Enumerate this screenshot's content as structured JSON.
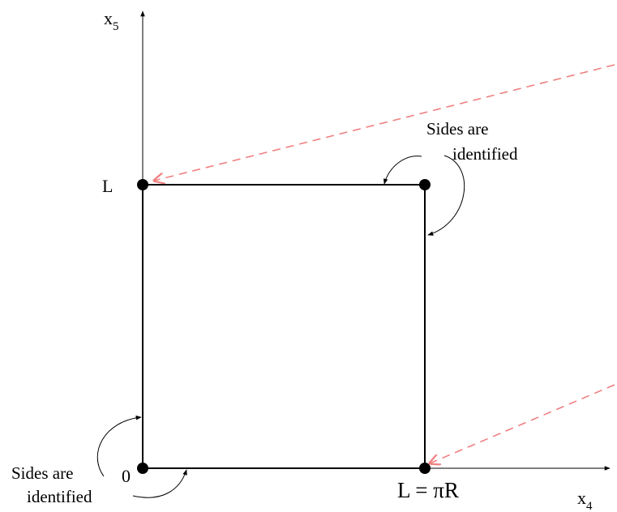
{
  "axes": {
    "x_label": "x",
    "x_subscript": "4",
    "y_label": "x",
    "y_subscript": "5"
  },
  "points": {
    "origin_label": "0",
    "top_left_label": "L",
    "bottom_right_label": "L = πR"
  },
  "annotations": {
    "top_right": [
      "Sides are",
      "identified"
    ],
    "bottom_left": [
      "Sides are",
      "identified"
    ]
  },
  "colors": {
    "ink": "#000000",
    "dashed_arrow": "#f08080"
  }
}
